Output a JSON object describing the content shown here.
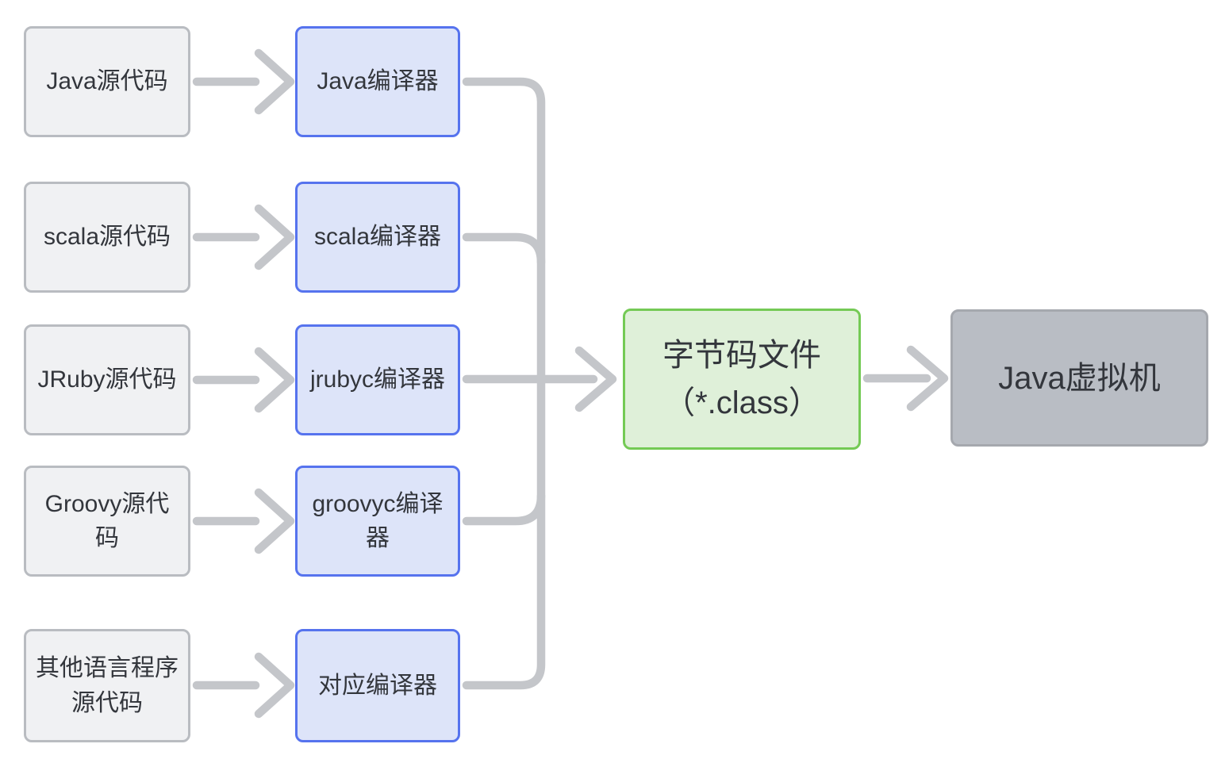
{
  "diagram": {
    "rows": [
      {
        "source": "Java源代码",
        "compiler": "Java编译器"
      },
      {
        "source": "scala源代码",
        "compiler": "scala编译器"
      },
      {
        "source": "JRuby源代码",
        "compiler": "jrubyc编译器"
      },
      {
        "source": "Groovy源代\n码",
        "compiler": "groovyc编译\n器"
      },
      {
        "source": "其他语言程序\n源代码",
        "compiler": "对应编译器"
      }
    ],
    "bytecode_node": {
      "label": "字节码文件\n（*.class）"
    },
    "jvm_node": {
      "label": "Java虚拟机"
    },
    "colors": {
      "source_fill": "#f0f1f3",
      "source_border": "#b9bcc1",
      "compiler_fill": "#dde4f9",
      "compiler_border": "#5673ee",
      "bytecode_fill": "#dff0d9",
      "bytecode_border": "#74ca55",
      "jvm_fill": "#b9bdc4",
      "jvm_border": "#a5a8ae",
      "connector": "#c4c6ca",
      "text": "#33363c"
    }
  }
}
